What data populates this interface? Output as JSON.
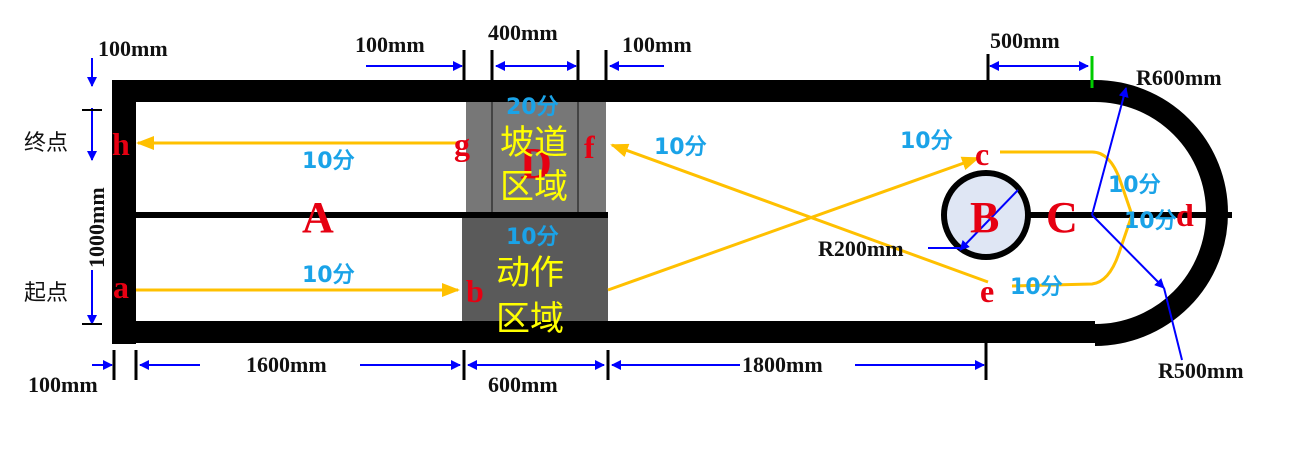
{
  "dimensions": {
    "top_left_100": "100mm",
    "top_mid_left_100": "100mm",
    "top_400": "400mm",
    "top_mid_right_100": "100mm",
    "top_500": "500mm",
    "r600": "R600mm",
    "height_1000": "1000mm",
    "r200": "R200mm",
    "r500": "R500mm",
    "bottom_left_100": "100mm",
    "bottom_1600": "1600mm",
    "bottom_600": "600mm",
    "bottom_1800": "1800mm"
  },
  "side_labels": {
    "end": "终点",
    "start": "起点"
  },
  "points": {
    "a": "a",
    "b": "b",
    "c": "c",
    "d": "d",
    "e": "e",
    "f": "f",
    "g": "g",
    "h": "h"
  },
  "zones": {
    "A": "A",
    "B": "B",
    "C": "C",
    "D": "D"
  },
  "areas": {
    "ramp_line1": "坡道",
    "ramp_line2": "区域",
    "action_line1": "动作",
    "action_line2": "区域"
  },
  "scores": {
    "ramp": "20分",
    "action": "10分",
    "a_b": "10分",
    "g_h": "10分",
    "f_e": "10分",
    "b_c": "10分",
    "turn_upper": "10分",
    "turn_lower": "10分",
    "e_low": "10分"
  },
  "colors": {
    "track": "#000000",
    "path": "#ffc000",
    "dimension": "#0000ff",
    "zone_fill": "#5a5a5a",
    "point": "#e60012",
    "score": "#1aa3e8",
    "area_text": "#ffff00"
  }
}
